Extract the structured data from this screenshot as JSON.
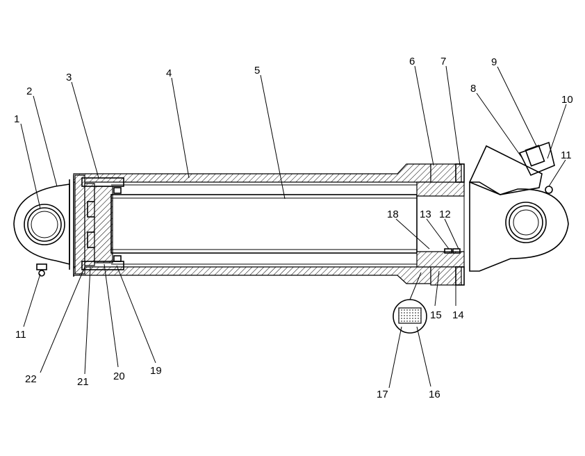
{
  "callouts": [
    {
      "id": "1",
      "text": "1"
    },
    {
      "id": "2",
      "text": "2"
    },
    {
      "id": "3",
      "text": "3"
    },
    {
      "id": "4",
      "text": "4"
    },
    {
      "id": "5",
      "text": "5"
    },
    {
      "id": "6",
      "text": "6"
    },
    {
      "id": "7",
      "text": "7"
    },
    {
      "id": "8",
      "text": "8"
    },
    {
      "id": "9",
      "text": "9"
    },
    {
      "id": "10",
      "text": "10"
    },
    {
      "id": "11a",
      "text": "11"
    },
    {
      "id": "11b",
      "text": "11"
    },
    {
      "id": "12",
      "text": "12"
    },
    {
      "id": "13",
      "text": "13"
    },
    {
      "id": "14",
      "text": "14"
    },
    {
      "id": "15",
      "text": "15"
    },
    {
      "id": "16",
      "text": "16"
    },
    {
      "id": "17",
      "text": "17"
    },
    {
      "id": "18",
      "text": "18"
    },
    {
      "id": "19",
      "text": "19"
    },
    {
      "id": "20",
      "text": "20"
    },
    {
      "id": "21",
      "text": "21"
    },
    {
      "id": "22",
      "text": "22"
    }
  ]
}
